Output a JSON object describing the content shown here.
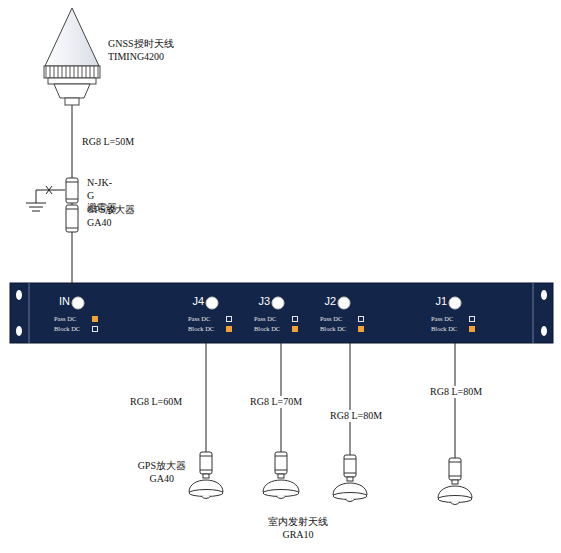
{
  "diagram": {
    "nodes": [
      {
        "text": [
          "GNSS授时天线 TIMING4200"
        ]
      },
      {
        "text": [
          "N-JK-G 避雷器"
        ]
      },
      {
        "text": [
          "GPS放大器 GA40"
        ]
      },
      {
        "text": [
          "IN",
          "Pass DC",
          "Block DC"
        ]
      },
      {
        "text": [
          "J4",
          "Pass DC",
          "Block DC"
        ]
      },
      {
        "text": [
          "J3",
          "Pass DC",
          "Block DC"
        ]
      },
      {
        "text": [
          "J2",
          "Pass DC",
          "Block DC"
        ]
      },
      {
        "text": [
          "J1",
          "Pass DC",
          "Block DC"
        ]
      },
      {
        "text": [
          "GPS放大器 GA40"
        ]
      },
      {
        "text": [
          "室内发射天线 GRA10"
        ]
      }
    ],
    "edges": [
      {
        "from": 0,
        "to": 1,
        "arrow": "none",
        "label": "RG8 L=50M"
      },
      {
        "from": 1,
        "to": 2,
        "arrow": "none"
      },
      {
        "from": 2,
        "to": 3,
        "arrow": "none"
      },
      {
        "from": 4,
        "to": 8,
        "arrow": "none",
        "label": "RG8 L=60M"
      },
      {
        "from": 5,
        "to": 9,
        "arrow": "none",
        "label": "RG8 L=70M"
      }
    ],
    "labels": [
      "RG8 L=80M",
      "RG8 L=80M"
    ]
  }
}
